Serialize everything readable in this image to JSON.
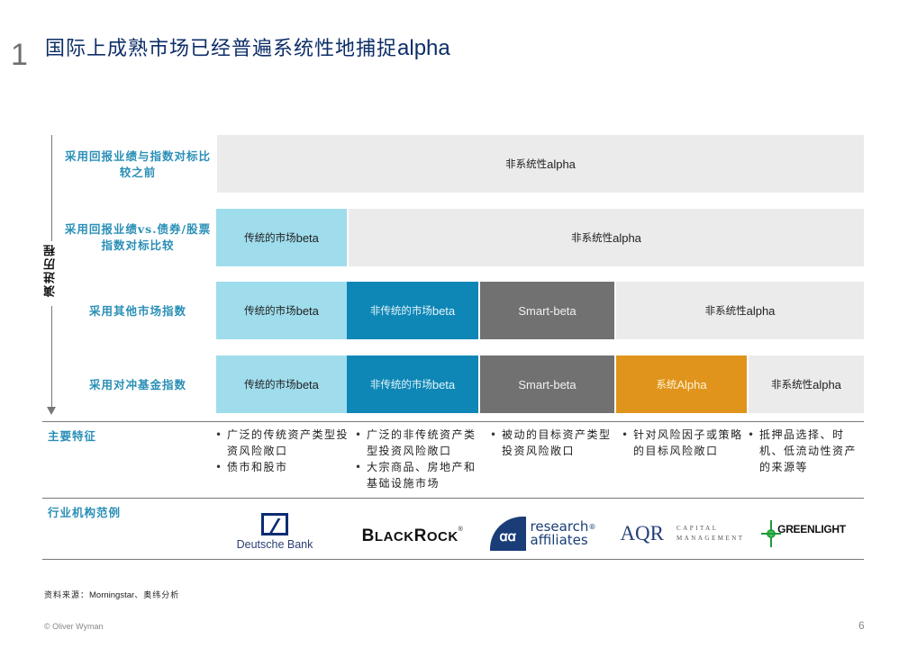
{
  "header": {
    "section_number": "1",
    "title_cn": "国际上成熟市场已经普遍系统性地捕捉",
    "title_latin": "alpha"
  },
  "evolution_axis": {
    "label": "演进历程"
  },
  "rows": [
    {
      "label": "采用回报业绩与指数对标比较之前",
      "segments": [
        {
          "cn": "非系统性",
          "latin": "alpha",
          "color": "#ebebeb"
        }
      ]
    },
    {
      "label": "采用回报业绩vs.债券/股票指数对标比较",
      "segments": [
        {
          "cn": "传统的市场",
          "latin": "beta",
          "color": "#9fdcec"
        },
        {
          "cn": "非系统性",
          "latin": "alpha",
          "color": "#ebebeb"
        }
      ]
    },
    {
      "label": "采用其他市场指数",
      "segments": [
        {
          "cn": "传统的市场",
          "latin": "beta",
          "color": "#9fdcec"
        },
        {
          "cn": "非传统的市场",
          "latin": "beta",
          "color": "#0e87b6"
        },
        {
          "cn": "",
          "latin": "Smart-beta",
          "color": "#717171"
        },
        {
          "cn": "非系统性",
          "latin": "alpha",
          "color": "#ebebeb"
        }
      ]
    },
    {
      "label": "采用对冲基金指数",
      "segments": [
        {
          "cn": "传统的市场",
          "latin": "beta",
          "color": "#9fdcec"
        },
        {
          "cn": "非传统的市场",
          "latin": "beta",
          "color": "#0e87b6"
        },
        {
          "cn": "",
          "latin": "Smart-beta",
          "color": "#717171"
        },
        {
          "cn": "系统",
          "latin": "Alpha",
          "color": "#e0941b"
        },
        {
          "cn": "非系统性",
          "latin": "alpha",
          "color": "#ebebeb"
        }
      ]
    }
  ],
  "features": {
    "label": "主要特征",
    "columns": [
      [
        "广泛的传统资产类型投资风险敞口",
        "债市和股市"
      ],
      [
        "广泛的非传统资产类型投资风险敞口",
        "大宗商品、房地产和基础设施市场"
      ],
      [
        "被动的目标资产类型投资风险敞口"
      ],
      [
        "针对风险因子或策略的目标风险敞口"
      ],
      [
        "抵押品选择、时机、低流动性资产的来源等"
      ]
    ]
  },
  "examples": {
    "label": "行业机构范例",
    "logos": [
      {
        "name": "Deutsche Bank"
      },
      {
        "name": "BlackRock",
        "parts": [
          "B",
          "LACK",
          "R",
          "OCK",
          "®"
        ]
      },
      {
        "name": "research affiliates",
        "line1": "research",
        "line2": "affiliates",
        "mark": "ꭤꭤ",
        "reg": "®"
      },
      {
        "name": "AQR Capital Management",
        "main": "AQR",
        "sub1": "CAPITAL",
        "sub2": "MANAGEMENT"
      },
      {
        "name": "GREENLIGHT"
      }
    ]
  },
  "footer": {
    "source_cn": "资料来源：",
    "source_latin": "Morningstar",
    "source_cn2": "、奥纬分析",
    "copyright": "© Oliver Wyman",
    "page_number": "6"
  },
  "colors": {
    "title": "#0e2e68",
    "label_blue": "#2a8fb6",
    "traditional_beta": "#9fdcec",
    "nontraditional_beta": "#0e87b6",
    "smart_beta": "#717171",
    "systematic_alpha": "#e0941b",
    "idiosyncratic_alpha": "#ebebeb"
  }
}
